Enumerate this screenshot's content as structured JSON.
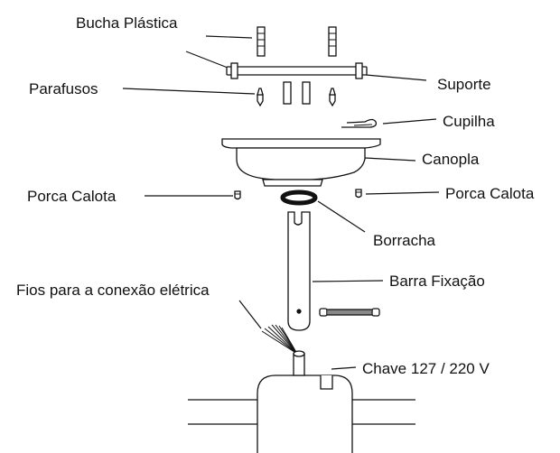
{
  "labels": {
    "bucha": "Bucha Plástica",
    "parafusos": "Parafusos",
    "suporte": "Suporte",
    "cupilha": "Cupilha",
    "canopla": "Canopla",
    "porca_left": "Porca Calota",
    "porca_right": "Porca Calota",
    "borracha": "Borracha",
    "barra": "Barra Fixação",
    "fios": "Fios para a conexão elétrica",
    "chave": "Chave 127 / 220 V"
  },
  "colors": {
    "line": "#111111",
    "background": "#ffffff"
  }
}
